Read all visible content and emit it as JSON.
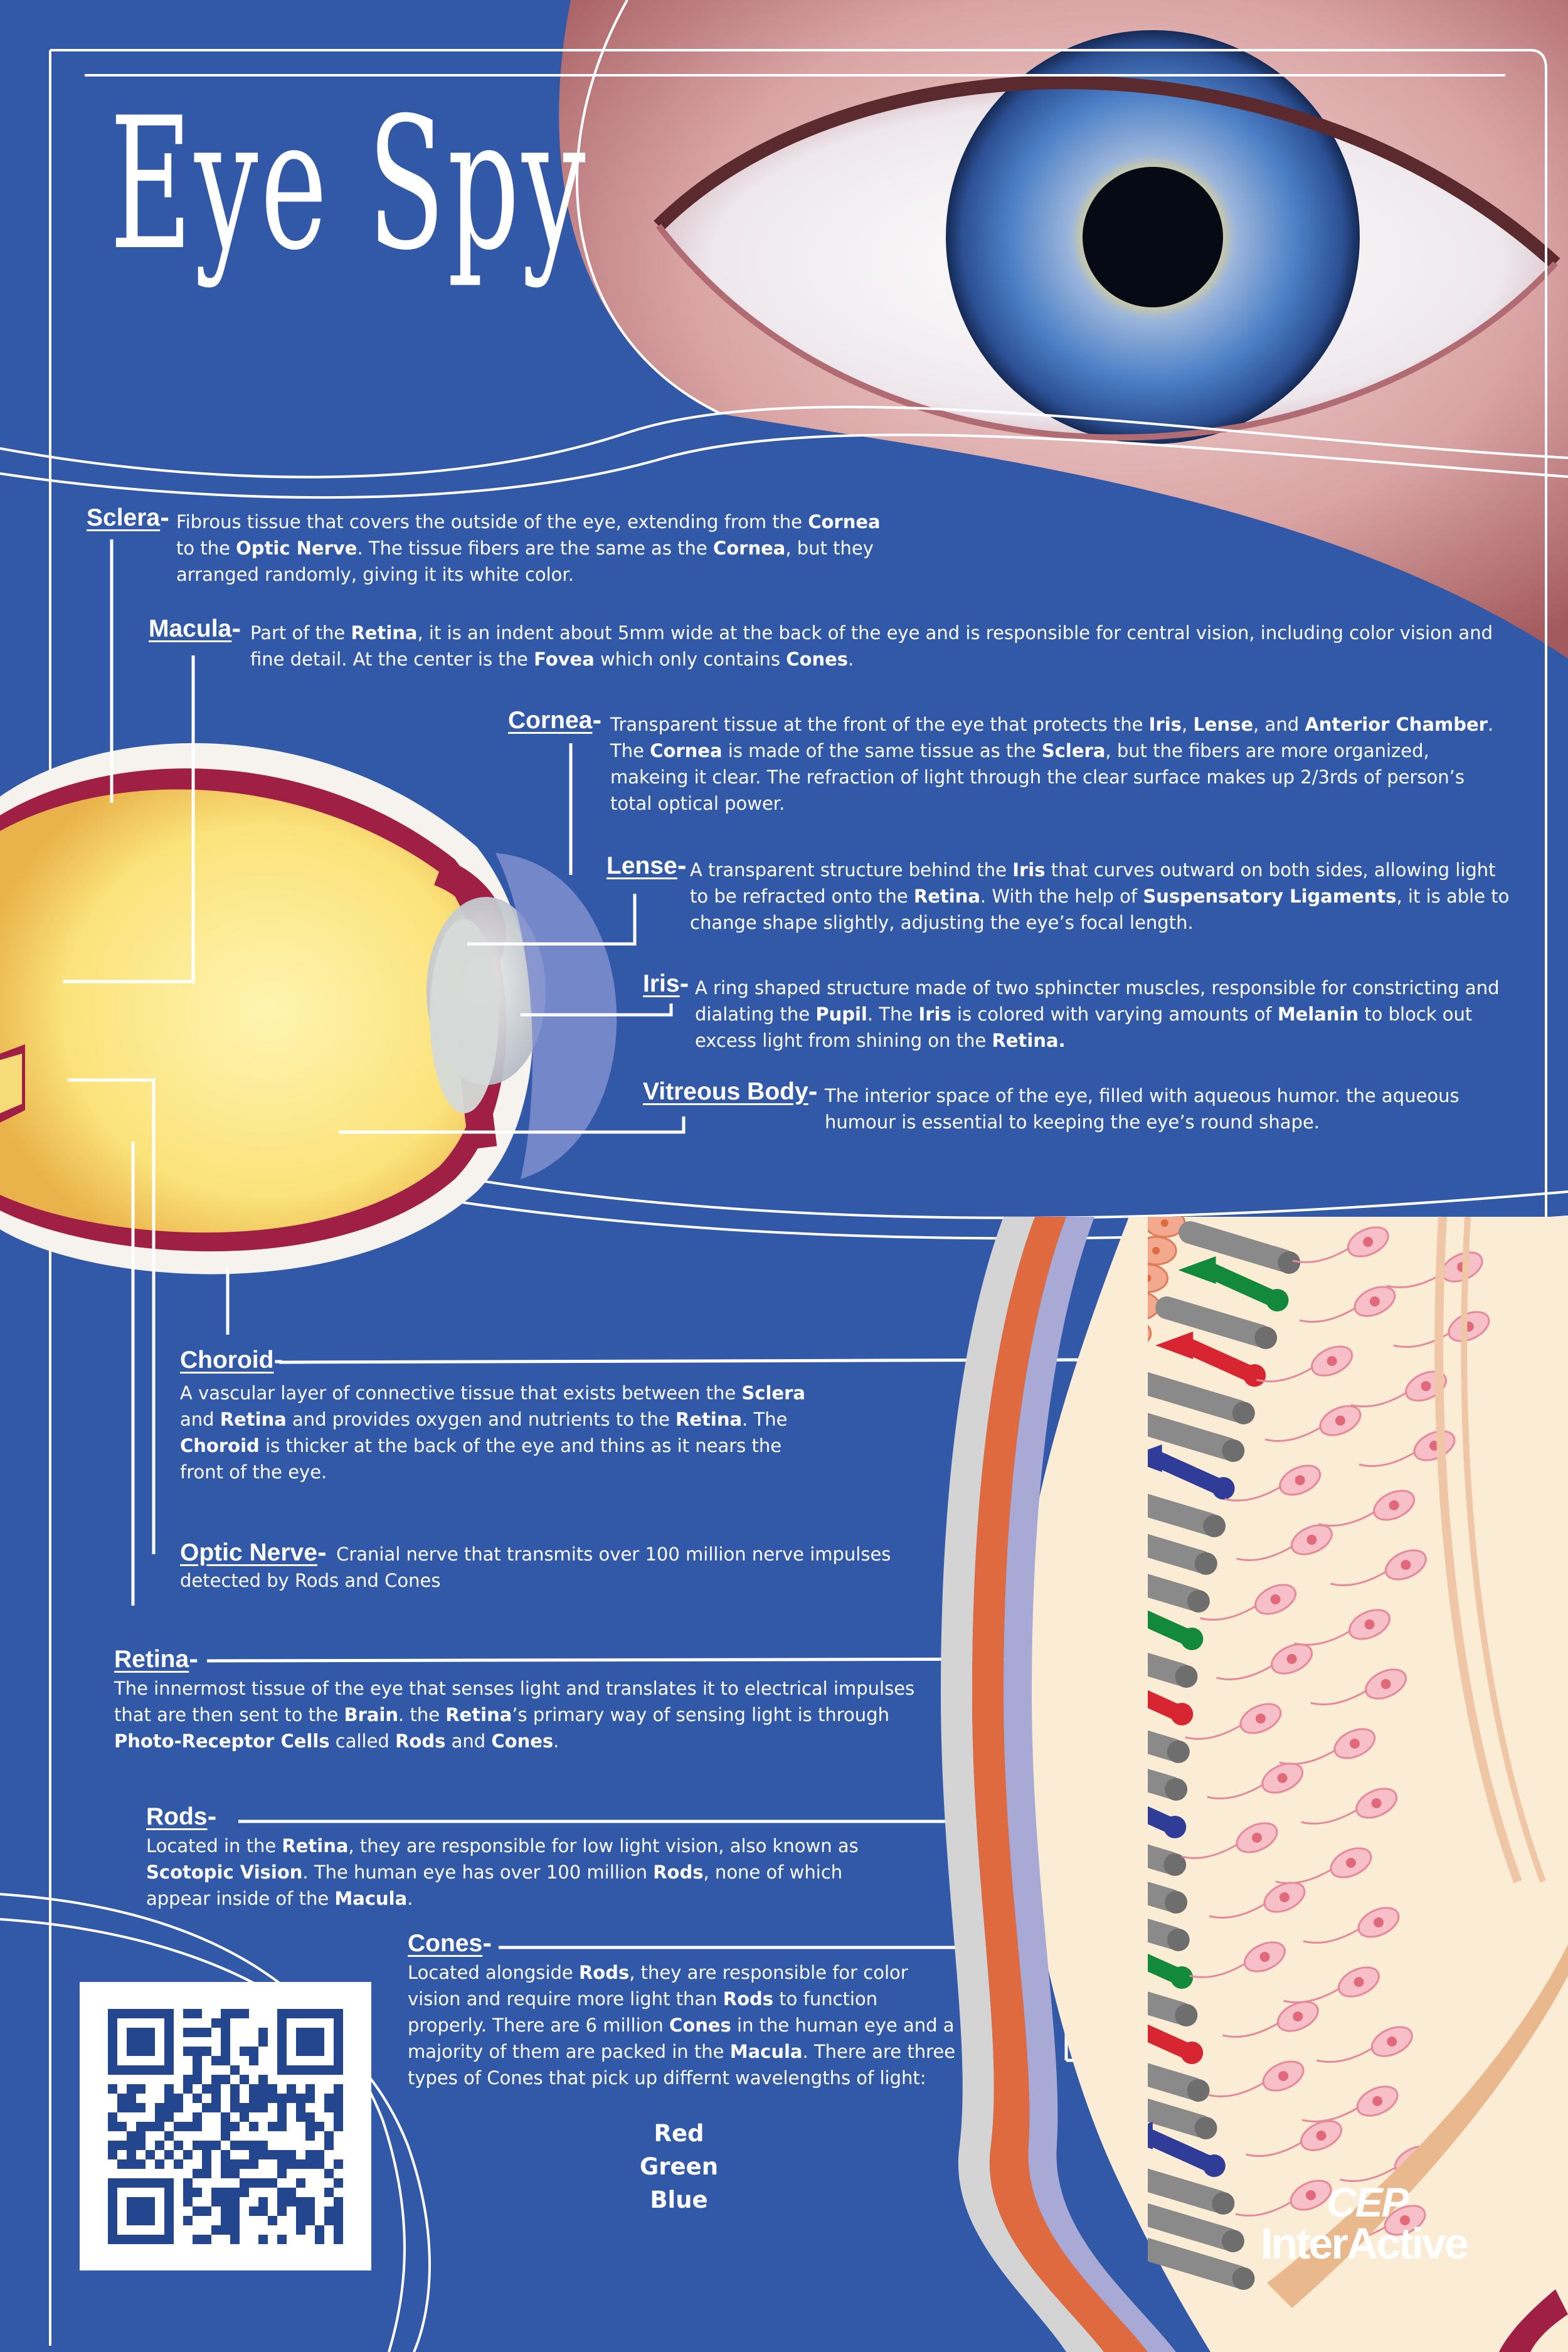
{
  "poster": {
    "title": "Eye Spy",
    "sections": {
      "sclera": {
        "term": "Sclera",
        "dash": "-",
        "text": [
          "Fibrous tissue that covers the outside of  the eye, extending from the ",
          "Cornea",
          " to the ",
          "Optic Nerve",
          ". The tissue fibers are the same as the ",
          "Cornea",
          ", but they arranged randomly, giving it its white color."
        ]
      },
      "macula": {
        "term": "Macula",
        "dash": "-",
        "text": [
          "Part of the ",
          "Retina",
          ", it is an indent about 5mm wide at the back of the eye and is responsible  for central vision, including color vision and fine detail. At the center is the ",
          "Fovea",
          " which only contains ",
          "Cones",
          "."
        ]
      },
      "cornea": {
        "term": "Cornea",
        "dash": "-",
        "text": [
          "Transparent tissue at the front of the eye that protects the ",
          "Iris",
          ", ",
          "Lense",
          ", and ",
          "Anterior Chamber",
          ". The ",
          "Cornea",
          " is made of the same tissue as the ",
          "Sclera",
          ", but the fibers are more organized, makeing it clear. The refraction of light through the clear surface makes up 2/3rds of person’s total optical power."
        ]
      },
      "lense": {
        "term": "Lense",
        "dash": "-",
        "text": [
          "A transparent structure behind the ",
          "Iris",
          " that curves outward on both sides, allowing light to be refracted onto the ",
          "Retina",
          ". With the help of ",
          "Suspensatory Ligaments",
          ", it is able to change shape slightly, adjusting the eye’s focal length."
        ]
      },
      "iris": {
        "term": "Iris",
        "dash": "-",
        "text": [
          "A ring shaped structure made of two sphincter muscles, responsible for constricting and dialating the ",
          "Pupil",
          ". The ",
          "Iris",
          " is colored with  varying amounts of ",
          "Melanin",
          " to block out excess light from shining on the ",
          "Retina.",
          ""
        ]
      },
      "vitreous": {
        "term": "Vitreous Body",
        "dash": "-",
        "text": [
          "The interior space of the eye, filled with aqueous humor. the aqueous humour is essential to keeping the eye’s round shape."
        ]
      },
      "choroid": {
        "term": "Choroid",
        "dash": "-",
        "text": [
          "A vascular layer of connective tissue that exists between the ",
          "Sclera",
          " and ",
          "Retina",
          " and provides oxygen and nutrients to the ",
          "Retina",
          ". The ",
          "Choroid",
          " is thicker at the back of the eye and thins as it nears the front of the eye."
        ]
      },
      "optic": {
        "term": "Optic Nerve",
        "dash": "-",
        "text": [
          "Cranial nerve that transmits over 100 million nerve impulses detected by Rods and Cones"
        ]
      },
      "retina": {
        "term": "Retina",
        "dash": "-",
        "text": [
          "The innermost tissue of the eye that senses light and translates it to electrical impulses that are then sent to the ",
          "Brain",
          ". the ",
          "Retina",
          "’s primary way of sensing light is through ",
          "Photo-Receptor Cells",
          " called ",
          "Rods",
          " and ",
          "Cones",
          "."
        ]
      },
      "rods": {
        "term": "Rods",
        "dash": "-",
        "text": [
          "Located in the ",
          "Retina",
          ", they are responsible for low light vision, also known as ",
          "Scotopic  Vision",
          ". The human eye has over 100 million ",
          "Rods",
          ", none of which appear inside of the ",
          "Macula",
          "."
        ]
      },
      "cones": {
        "term": "Cones",
        "dash": "-",
        "text": [
          "Located alongside ",
          "Rods",
          ", they are responsible for color vision and require more light than ",
          "Rods",
          " to function properly. There are 6 million ",
          "Cones",
          " in the human eye and a majority of them are packed in the ",
          "Macula",
          ". There are three types of Cones that pick up differnt wavelengths of light:"
        ]
      }
    },
    "cone_colors": [
      "Red",
      "Green",
      "Blue"
    ],
    "logo": {
      "line1": "CEP",
      "line2": "InterActive"
    }
  },
  "colors": {
    "background": "#3259a8",
    "vitreous": "#fbe889",
    "sclera_red": "#9f1f45",
    "red_cone": "#d72631",
    "green_cone": "#13893b",
    "blue_cone": "#2f3c98",
    "rod": "#8a8a8a",
    "iris_blue": "#4b7fc6"
  }
}
